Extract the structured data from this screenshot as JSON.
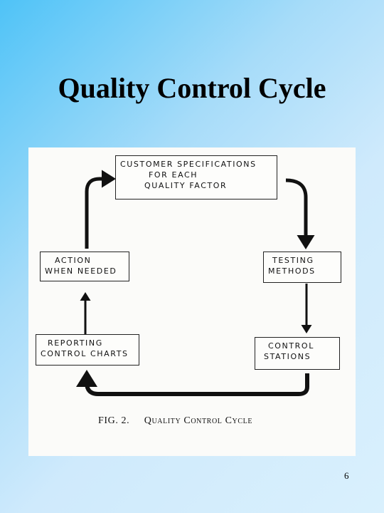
{
  "slide": {
    "title": "Quality Control Cycle",
    "page_number": "6"
  },
  "diagram": {
    "boxes": {
      "customer_specifications": [
        "CUSTOMER SPECIFICATIONS",
        "FOR EACH",
        "QUALITY FACTOR"
      ],
      "testing_methods": [
        "TESTING",
        "METHODS"
      ],
      "control_stations": [
        "CONTROL",
        "STATIONS"
      ],
      "reporting_control_charts": [
        "REPORTING",
        "CONTROL CHARTS"
      ],
      "action_when_needed": [
        "ACTION",
        "WHEN NEEDED"
      ]
    },
    "caption_fig": "FIG. 2.",
    "caption_text": "Quality Control Cycle",
    "colors": {
      "ink": "#111111",
      "paper": "#fbfbf9"
    }
  }
}
